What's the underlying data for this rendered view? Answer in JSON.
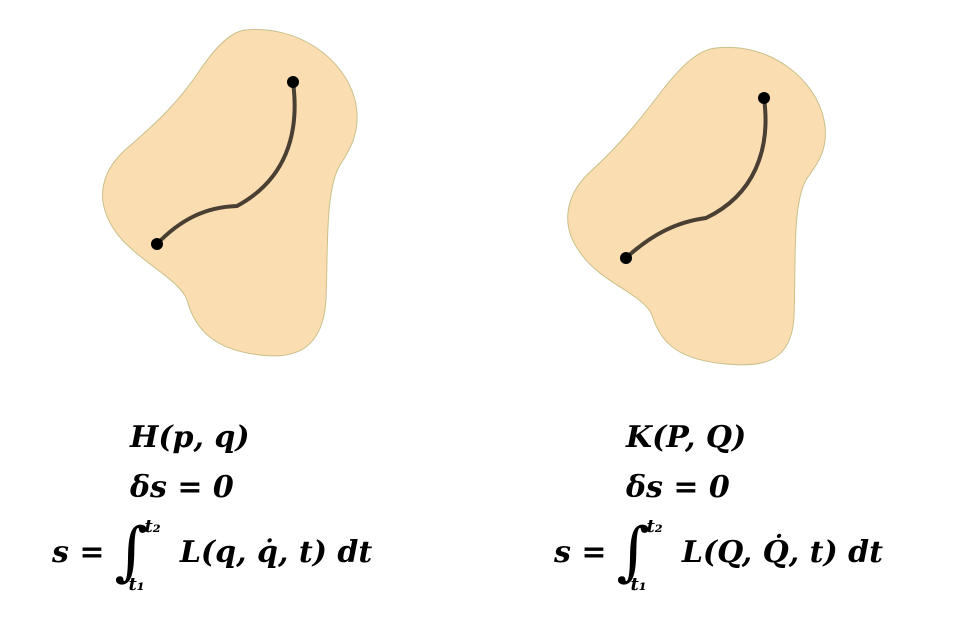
{
  "region_fill": "#fbddb2",
  "region_stroke": "#c8c08a",
  "path_color": "#4a3f33",
  "point_color": "#000000",
  "left": {
    "hamiltonian": "H(p, q)",
    "variation": "δs = 0",
    "action_lhs": "s =",
    "upper_limit": "t₂",
    "lower_limit": "t₁",
    "integrand": "L(q, q̇, t) dt"
  },
  "right": {
    "hamiltonian": "K(P, Q)",
    "variation": "δs = 0",
    "action_lhs": "s =",
    "upper_limit": "t₂",
    "lower_limit": "t₁",
    "integrand": "L(Q, Q̇, t) dt"
  }
}
